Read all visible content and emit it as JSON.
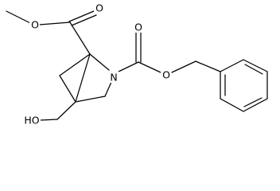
{
  "molecule": {
    "atom_labels": {
      "ester_oxygen_top": "O",
      "carbonyl_oxygen_top": "O",
      "ring_nitrogen": "N",
      "carbamate_carbonyl_oxygen": "O",
      "carbamate_ester_oxygen": "O",
      "hydroxyl": "HO"
    },
    "bond_color": "#000000",
    "text_color": "#000000",
    "background": "#ffffff"
  }
}
